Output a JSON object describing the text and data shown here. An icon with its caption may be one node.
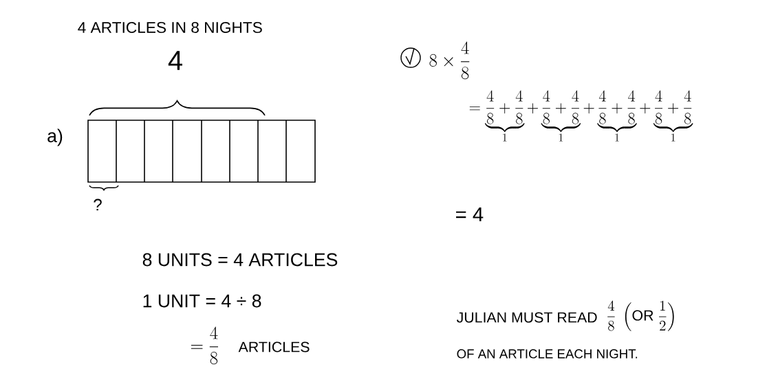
{
  "diagram": {
    "title": "4 ARTICLES IN 8 NIGHTS",
    "labels": [
      "4",
      "a)",
      "?",
      "8 UNITS = 4 ARTICLES",
      "1 UNIT = 4 ÷ 8",
      "=\\frac{4}{8}",
      "ARTICLES",
      "8\\times\\frac{4}{8}",
      "=\\underbrace{\\frac{4}{8}+\\frac{4}{8}}_{1}+\\underbrace{\\frac{4}{8}+\\frac{4}{8}}_{1}+\\underbrace{\\frac{4}{8}+\\frac{4}{8}}_{1}+\\underbrace{\\frac{4}{8}+\\frac{4}{8}}_{1}",
      "= 4",
      "JULIAN MUST READ",
      "\\frac{4}{8}\\ \\left(\\mathrm{OR}\\ \\frac{1}{2}\\right)",
      "OF AN ARTICLE EACH NIGHT."
    ]
  }
}
